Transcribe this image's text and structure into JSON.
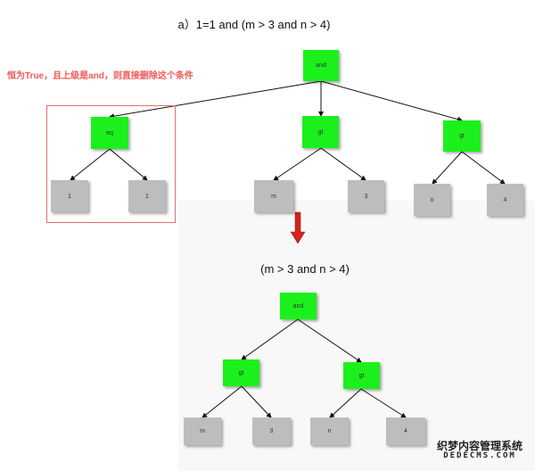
{
  "top": {
    "title": "a）1=1 and (m > 3 and n > 4)",
    "note": "恒为True，且上级是and，则直接删除这个条件",
    "root": "and",
    "children": [
      {
        "label": "eq",
        "leaves": [
          "1",
          "1"
        ]
      },
      {
        "label": "gt",
        "leaves": [
          "m",
          "3"
        ]
      },
      {
        "label": "gt",
        "leaves": [
          "n",
          "4"
        ]
      }
    ]
  },
  "bottom": {
    "title": "(m > 3 and n > 4)",
    "root": "and",
    "children": [
      {
        "label": "gt",
        "leaves": [
          "m",
          "3"
        ]
      },
      {
        "label": "gt",
        "leaves": [
          "n",
          "4"
        ]
      }
    ]
  },
  "watermark": {
    "line1": "织梦内容管理系统",
    "line2": "DEDECMS.COM"
  },
  "colors": {
    "operator": "#1cf01c",
    "leaf": "#bdbdbd",
    "highlight": "#e07070",
    "arrow": "#d62020"
  }
}
